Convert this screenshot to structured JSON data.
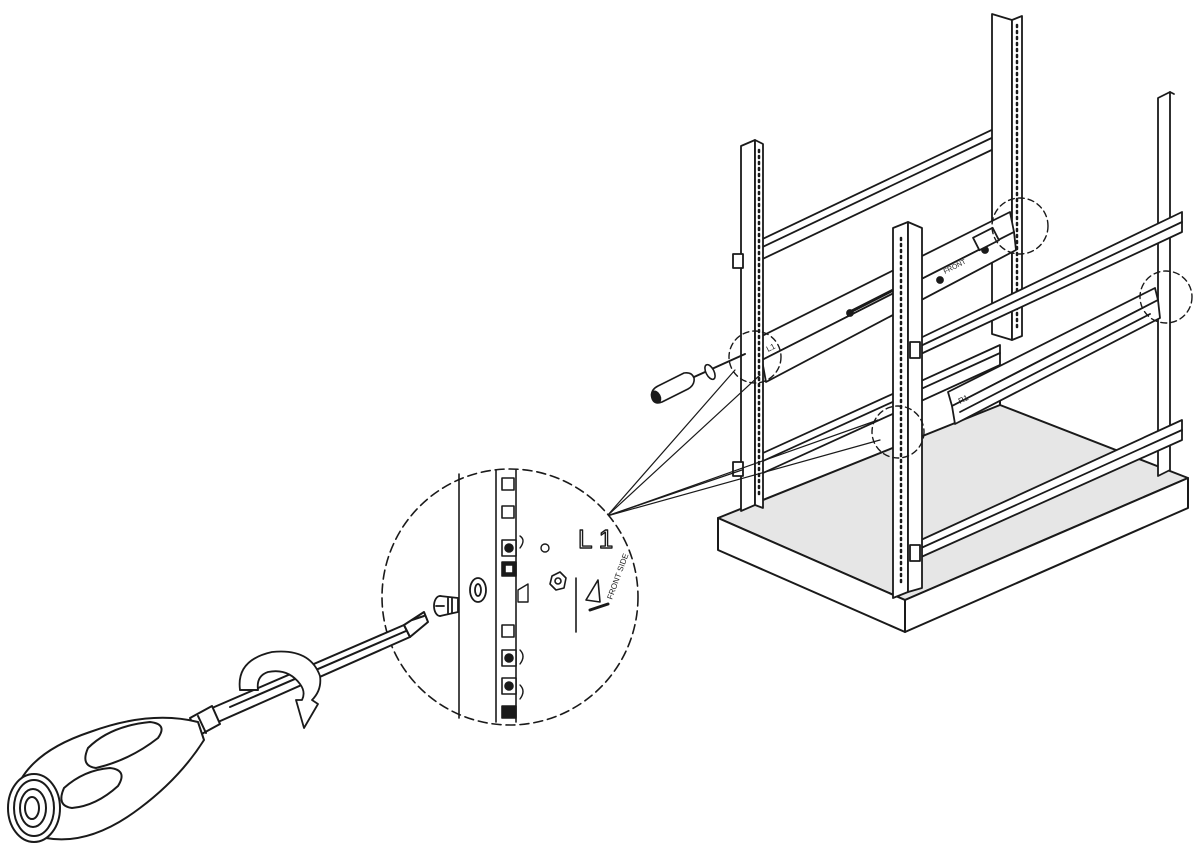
{
  "figure": {
    "background": "#ffffff",
    "line_color": "#1a1a1a",
    "panel_color": "#e6e6e6",
    "labels": {
      "left_rail_label": "L1",
      "right_rail_label": "R1",
      "rail_marking": "FRONT",
      "detail_rail_label": "L 1",
      "detail_front_label": "FRONT SIDE"
    },
    "icons": [
      "screwdriver-icon",
      "rotation-arrow-icon",
      "screw-icon",
      "washer-icon",
      "cage-nut-icon"
    ]
  }
}
